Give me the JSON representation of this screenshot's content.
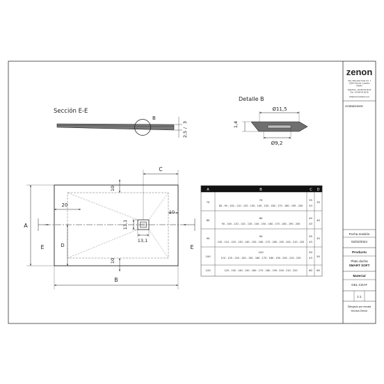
{
  "brand": {
    "logo": "zenon",
    "address_lines": [
      "Ctra. Villa-reale Onda, Km. 1",
      "12540 Vila-real, Castellón",
      "(Spain)"
    ],
    "phone": "Telephone: +34 964 53 66 03",
    "fax": "Fax: +34 964 53 66 08",
    "email": "info@zenonsurfaces.com"
  },
  "title_block": {
    "annotations_label": "Anotaciones:",
    "revision_label": "Fecha revisión",
    "revision_date": "02/02/2024",
    "product_label": "Producto",
    "product_line1": "Plato ducha",
    "product_line2": "SMART SOFT",
    "material_label": "Material",
    "material_value": "GEL COAT",
    "scale_value": "1:1",
    "footer_line1": "Dibujado por escala",
    "footer_line2": "técnica Zenon"
  },
  "section": {
    "title": "Sección E-E",
    "circle_label": "B",
    "dim_25": "2,5",
    "dim_3": "3"
  },
  "detail": {
    "title": "Detalle B",
    "dim_diam_top": "Ø11,5",
    "dim_diam_bottom": "Ø9,2",
    "dim_height": "1,4"
  },
  "plan": {
    "label_a": "A",
    "label_b": "B",
    "label_c": "C",
    "label_d": "D",
    "label_e_left": "E",
    "label_e_right": "E",
    "dim_20": "20",
    "dim_10_top": "10",
    "dim_10_right": "10",
    "dim_10_bottom": "10",
    "dim_131_v": "13,1",
    "dim_131_h": "13,1"
  },
  "table": {
    "headers": [
      "A",
      "B",
      "C",
      "D"
    ],
    "rows": [
      {
        "a": "70",
        "b1": "70",
        "b2": "80 - 90 - 100 - 110 - 120 - 130 - 140 - 150 - 160 - 170 - 180 - 190 - 200",
        "c1": "35",
        "c2": "43",
        "d": "35"
      },
      {
        "a": "80",
        "b1": "80",
        "b2": "90 - 100 - 110 - 120 - 130 - 140 - 150 - 160 - 170 - 180 - 190 - 200",
        "c1": "40",
        "c2": "43",
        "d": "40"
      },
      {
        "a": "90",
        "b1": "90",
        "b2": "100 - 110 - 120 - 130 - 140 - 150 - 160 - 170 - 180 - 190 - 200 - 210 - 220",
        "c1": "45",
        "c2": "43",
        "d": "45"
      },
      {
        "a": "100",
        "b1": "100",
        "b2": "110 - 120 - 130 - 140 - 150 - 160 - 170 - 180 - 190 - 200 - 210 - 220",
        "c1": "50",
        "c2": "43",
        "d": "50"
      },
      {
        "a": "120",
        "b1": "",
        "b2": "120 - 130 - 140 - 150 - 160 - 170 - 180 - 190 - 200 - 210 - 220",
        "c1": "60",
        "c2": "",
        "d": "60"
      }
    ]
  }
}
